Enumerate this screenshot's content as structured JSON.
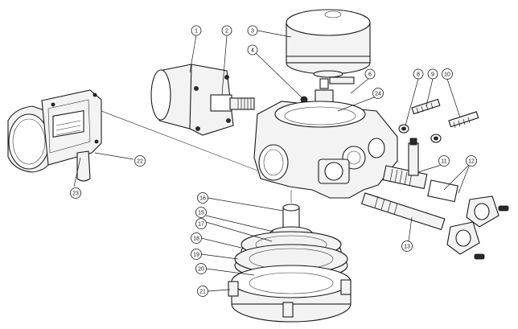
{
  "callouts": [
    {
      "id": "c1",
      "label": "1"
    },
    {
      "id": "c2",
      "label": "2"
    },
    {
      "id": "c3",
      "label": "3"
    },
    {
      "id": "c4",
      "label": "4"
    },
    {
      "id": "c6",
      "label": "6"
    },
    {
      "id": "c8",
      "label": "8"
    },
    {
      "id": "c9",
      "label": "9"
    },
    {
      "id": "c10",
      "label": "10"
    },
    {
      "id": "c11",
      "label": "11"
    },
    {
      "id": "c12",
      "label": "12"
    },
    {
      "id": "c13",
      "label": "13"
    },
    {
      "id": "c15",
      "label": "15"
    },
    {
      "id": "c16",
      "label": "16"
    },
    {
      "id": "c17",
      "label": "17"
    },
    {
      "id": "c18",
      "label": "18"
    },
    {
      "id": "c19",
      "label": "19"
    },
    {
      "id": "c20",
      "label": "20"
    },
    {
      "id": "c21",
      "label": "21"
    },
    {
      "id": "c22",
      "label": "22"
    },
    {
      "id": "c23",
      "label": "23"
    },
    {
      "id": "c24",
      "label": "24"
    }
  ]
}
